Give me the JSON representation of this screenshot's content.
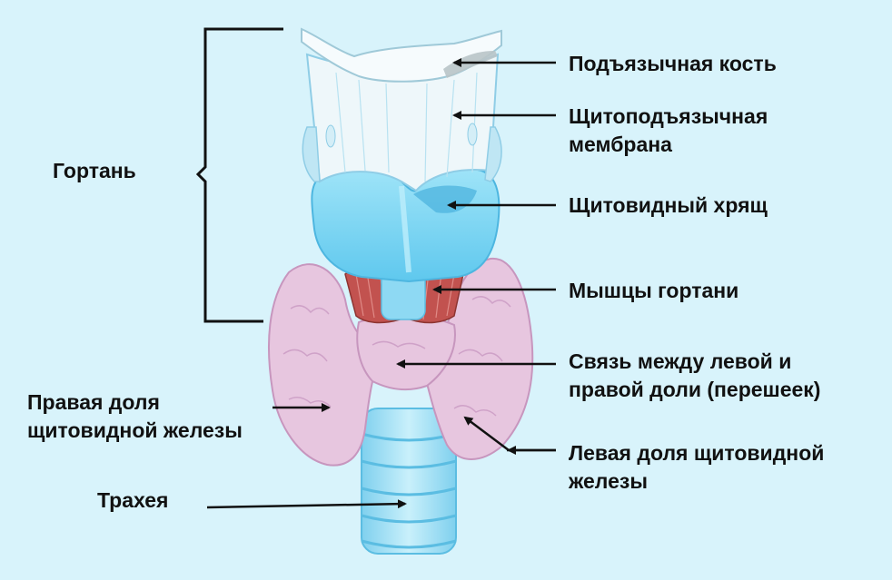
{
  "colors": {
    "background": "#d8f3fb",
    "bone": "#eef7fa",
    "cartilage": "#7fd8f4",
    "muscle": "#c2524f",
    "gland": "#e7c6df",
    "trachea": "#a7e3f6",
    "text": "#111111"
  },
  "labels": {
    "hyoid_bone": "Подъязычная кость",
    "thyrohyoid_membrane_line1": "Щитоподъязычная",
    "thyrohyoid_membrane_line2": "мембрана",
    "thyroid_cartilage": "Щитовидный хрящ",
    "larynx_muscles": "Мышцы гортани",
    "isthmus_line1": "Связь между левой и",
    "isthmus_line2": "правой доли (перешеек)",
    "left_lobe_line1": "Левая доля щитовидной",
    "left_lobe_line2": "железы",
    "larynx": "Гортань",
    "right_lobe_line1": "Правая доля",
    "right_lobe_line2": "щитовидной железы",
    "trachea": "Трахея"
  }
}
